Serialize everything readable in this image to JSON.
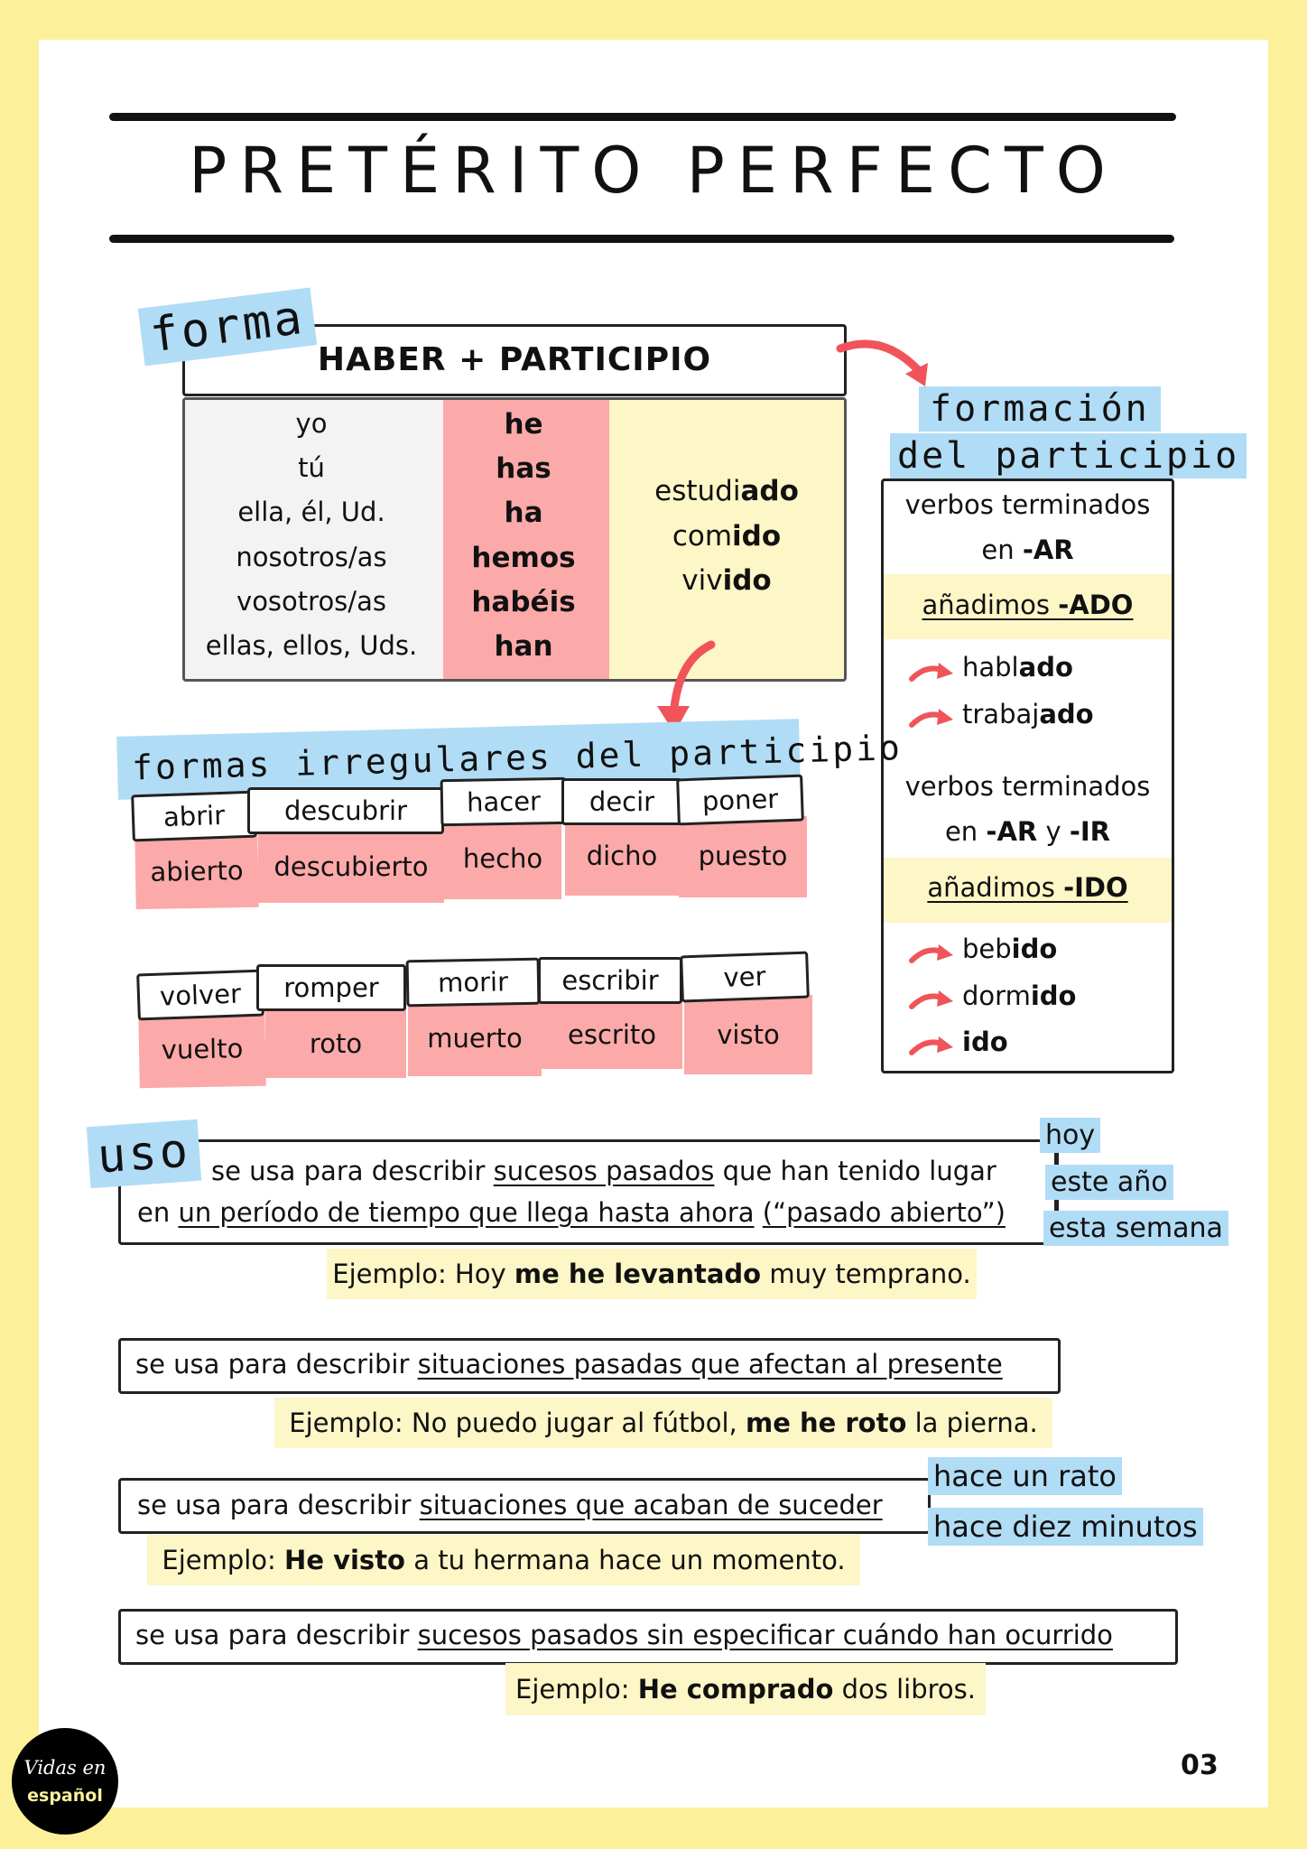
{
  "title": "PRETÉRITO PERFECTO",
  "forma": {
    "tag": "forma",
    "header": "HABER + PARTICIPIO",
    "pronouns": [
      "yo",
      "tú",
      "ella, él, Ud.",
      "nosotros/as",
      "vosotros/as",
      "ellas, ellos, Uds."
    ],
    "haber": [
      "he",
      "has",
      "ha",
      "hemos",
      "habéis",
      "han"
    ],
    "examples": [
      {
        "stem": "estudi",
        "ending": "ado"
      },
      {
        "stem": "com",
        "ending": "ido"
      },
      {
        "stem": "viv",
        "ending": "ido"
      }
    ]
  },
  "formacion": {
    "tag_line1": "formación",
    "tag_line2": "del participio",
    "group1_line1": "verbos terminados",
    "group1_line2_pre": "en ",
    "group1_line2_bold": "-AR",
    "rule1_pre": "añadimos ",
    "rule1_bold": "-ADO",
    "examples1": [
      {
        "stem": "habl",
        "ending": "ado"
      },
      {
        "stem": "trabaj",
        "ending": "ado"
      }
    ],
    "group2_line1": "verbos terminados",
    "group2_line2_pre": "en ",
    "group2_line2_bold1": "-AR",
    "group2_line2_mid": " y ",
    "group2_line2_bold2": "-IR",
    "rule2_pre": "añadimos ",
    "rule2_bold": "-IDO",
    "examples2": [
      {
        "stem": "beb",
        "ending": "ido"
      },
      {
        "stem": "dorm",
        "ending": "ido"
      },
      {
        "stem": "",
        "ending": "ido"
      }
    ]
  },
  "irregulares": {
    "tag": "formas irregulares del participio",
    "row1": [
      {
        "verb": "abrir",
        "participle": "abierto"
      },
      {
        "verb": "descubrir",
        "participle": "descubierto"
      },
      {
        "verb": "hacer",
        "participle": "hecho"
      },
      {
        "verb": "decir",
        "participle": "dicho"
      },
      {
        "verb": "poner",
        "participle": "puesto"
      }
    ],
    "row2": [
      {
        "verb": "volver",
        "participle": "vuelto"
      },
      {
        "verb": "romper",
        "participle": "roto"
      },
      {
        "verb": "morir",
        "participle": "muerto"
      },
      {
        "verb": "escribir",
        "participle": "escrito"
      },
      {
        "verb": "ver",
        "participle": "visto"
      }
    ]
  },
  "uso": {
    "tag": "uso",
    "u1": {
      "line1_pre": "se usa para describir ",
      "line1_ul": "sucesos pasados",
      "line1_post": " que han tenido lugar",
      "line2_pre": "en ",
      "line2_ul": "un período de tiempo que llega hasta ahora",
      "line2_post": " ",
      "line2_ul2": "(“pasado abierto”)",
      "markers": [
        "hoy",
        "este año",
        "esta semana"
      ],
      "ex_pre": "Ejemplo: Hoy ",
      "ex_bold": "me he levantado",
      "ex_post": " muy temprano."
    },
    "u2": {
      "pre": "se usa para describir ",
      "ul": "situaciones pasadas que afectan al presente",
      "ex_pre": "Ejemplo: No puedo jugar al fútbol, ",
      "ex_bold": "me he roto",
      "ex_post": " la pierna."
    },
    "u3": {
      "pre": "se usa para describir ",
      "ul": "situaciones que acaban de suceder",
      "markers": [
        "hace un rato",
        "hace diez minutos"
      ],
      "ex_pre": "Ejemplo: ",
      "ex_bold": "He visto",
      "ex_post": " a tu hermana hace un momento."
    },
    "u4": {
      "pre": "se usa para describir ",
      "ul": "sucesos pasados sin especificar cuándo han ocurrido",
      "ex_pre": "Ejemplo: ",
      "ex_bold": "He comprado",
      "ex_post": " dos libros."
    }
  },
  "logo": {
    "line1": "Vidas en",
    "line2": "español"
  },
  "page_number": "03",
  "colors": {
    "background": "#fcf19a",
    "pink": "#fbaaa9",
    "blue": "#b1dcf5",
    "cream": "#fdf6c6",
    "arrow": "#f0545a"
  }
}
